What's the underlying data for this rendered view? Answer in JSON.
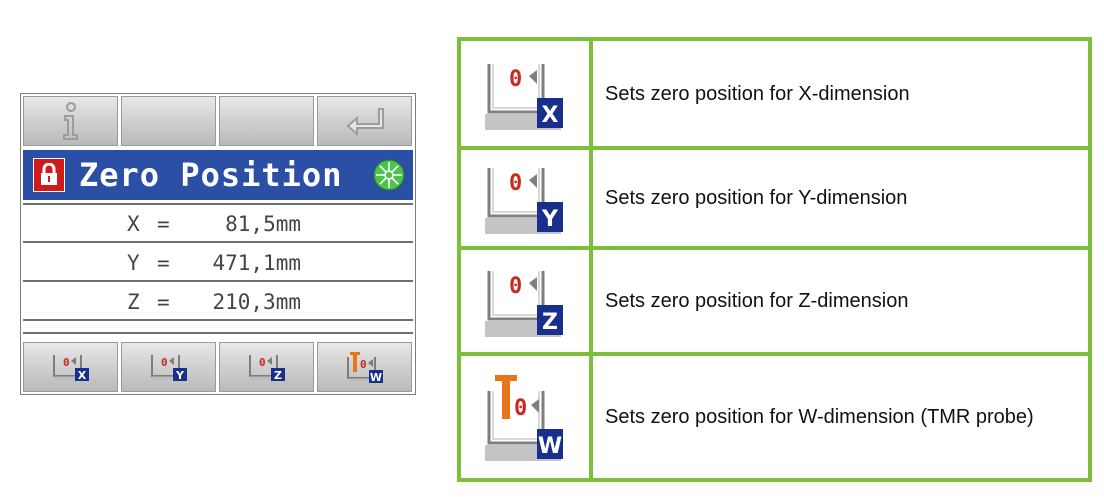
{
  "device": {
    "top_buttons": [
      {
        "name": "info-button",
        "icon": "info-icon"
      },
      {
        "name": "blank-button-2",
        "icon": ""
      },
      {
        "name": "blank-button-3",
        "icon": ""
      },
      {
        "name": "enter-button",
        "icon": "enter-return-icon"
      }
    ],
    "title": "Zero Position",
    "coordinates": [
      {
        "axis": "X",
        "eq": "=",
        "value": "81,5mm"
      },
      {
        "axis": "Y",
        "eq": "=",
        "value": "471,1mm"
      },
      {
        "axis": "Z",
        "eq": "=",
        "value": "210,3mm"
      }
    ],
    "bottom_buttons": [
      {
        "zero": "0",
        "axis": "X"
      },
      {
        "zero": "0",
        "axis": "Y"
      },
      {
        "zero": "0",
        "axis": "Z"
      },
      {
        "zero": "0",
        "axis": "W"
      }
    ]
  },
  "legend": [
    {
      "zero": "0",
      "axis": "X",
      "text": "Sets zero position for X-dimension"
    },
    {
      "zero": "0",
      "axis": "Y",
      "text": "Sets zero position for Y-dimension"
    },
    {
      "zero": "0",
      "axis": "Z",
      "text": "Sets zero position for Z-dimension"
    },
    {
      "zero": "0",
      "axis": "W",
      "text": "Sets zero position for W-dimension (TMR probe)"
    }
  ],
  "colors": {
    "title_bar": "#2c4fa6",
    "lock": "#d21a1a",
    "zero_red": "#c8281e",
    "axis_badge": "#1a2f8c",
    "probe_orange": "#e8751a",
    "table_border": "#7bbf3a"
  }
}
